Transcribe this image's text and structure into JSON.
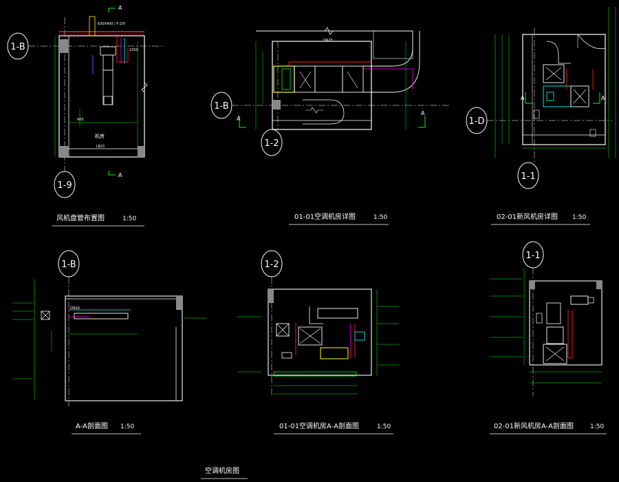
{
  "colors": {
    "background": "#000000",
    "wall": "#ffffff",
    "dimension": "#00ff00",
    "duct": "#ffff00",
    "pipe_red": "#ff2020",
    "magenta": "#ff00ff",
    "cyan": "#00ffff",
    "blue": "#3a5bff"
  },
  "drawings": [
    {
      "title": "风机盘管布置图",
      "scale": "1:50",
      "grid_a": "1-B",
      "grid_b": "1-9",
      "room_name": "机房",
      "room_code": "LB21",
      "section_mark": "A"
    },
    {
      "title": "01-01空调机房详图",
      "scale": "1:50",
      "grid_a": "1-B",
      "grid_b": "1-2",
      "section_mark": "A"
    },
    {
      "title": "02-01新风机房详图",
      "scale": "1:50",
      "grid_a": "1-D",
      "grid_b": "1-1",
      "section_mark": "A"
    },
    {
      "title": "A-A剖面图",
      "scale": "1:50",
      "grid_a": "1-B",
      "pipe_label": "DN20"
    },
    {
      "title": "01-01空调机房A-A剖面图",
      "scale": "1:50",
      "grid_a": "1-2"
    },
    {
      "title": "02-01新风机房A-A剖面图",
      "scale": "1:50",
      "grid_a": "1-1"
    }
  ],
  "sheet_title": "空调机房图"
}
